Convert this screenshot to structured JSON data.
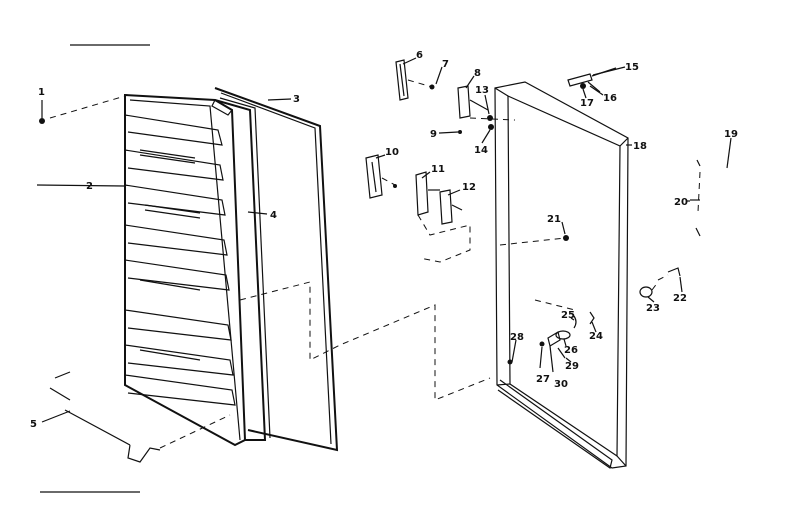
{
  "labels": {
    "l1": "1",
    "l2": "2",
    "l3": "3",
    "l4": "4",
    "l5": "5",
    "l6": "6",
    "l7": "7",
    "l8": "8",
    "l9": "9",
    "l10": "10",
    "l11": "11",
    "l12": "12",
    "l13": "13",
    "l14": "14",
    "l15": "15",
    "l16": "16",
    "l17": "17",
    "l18": "18",
    "l19": "19",
    "l20": "20",
    "l21": "21",
    "l22": "22",
    "l23": "23",
    "l24": "24",
    "l25": "25",
    "l26": "26",
    "l27": "27",
    "l28": "28",
    "l29": "29",
    "l30": "30"
  }
}
